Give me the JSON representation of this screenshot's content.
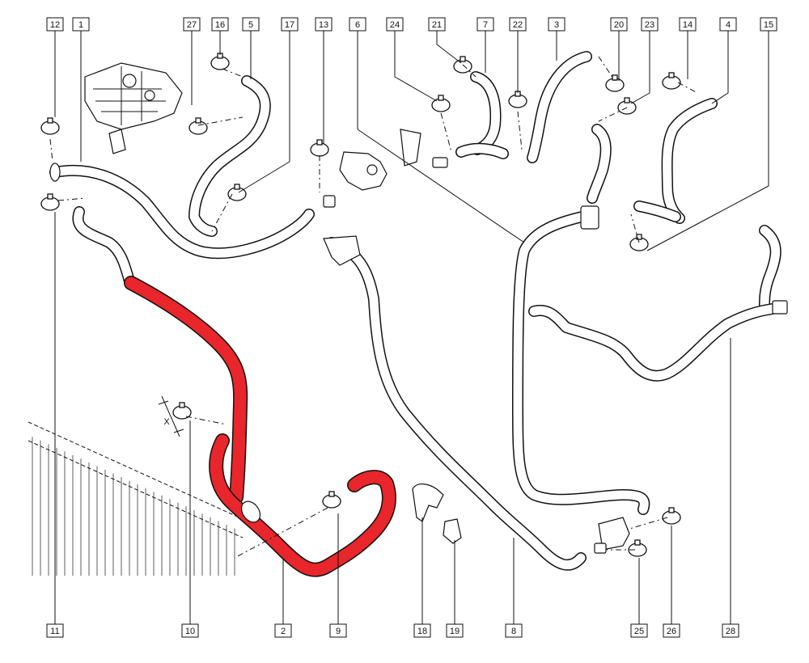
{
  "callouts": {
    "c12": "12",
    "c1": "1",
    "c27": "27",
    "c16": "16",
    "c5": "5",
    "c17": "17",
    "c13": "13",
    "c6": "6",
    "c24": "24",
    "c21": "21",
    "c7": "7",
    "c22": "22",
    "c3": "3",
    "c20": "20",
    "c23": "23",
    "c14": "14",
    "c4": "4",
    "c15": "15",
    "c11": "11",
    "c10": "10",
    "c2": "2",
    "c9": "9",
    "c18": "18",
    "c19": "19",
    "c8": "8",
    "c25": "25",
    "c26": "26",
    "c28": "28"
  },
  "annotations": {
    "x_mark": "X"
  },
  "colors": {
    "highlight_hose": "#e8262b",
    "line": "#111111",
    "background": "#ffffff"
  }
}
